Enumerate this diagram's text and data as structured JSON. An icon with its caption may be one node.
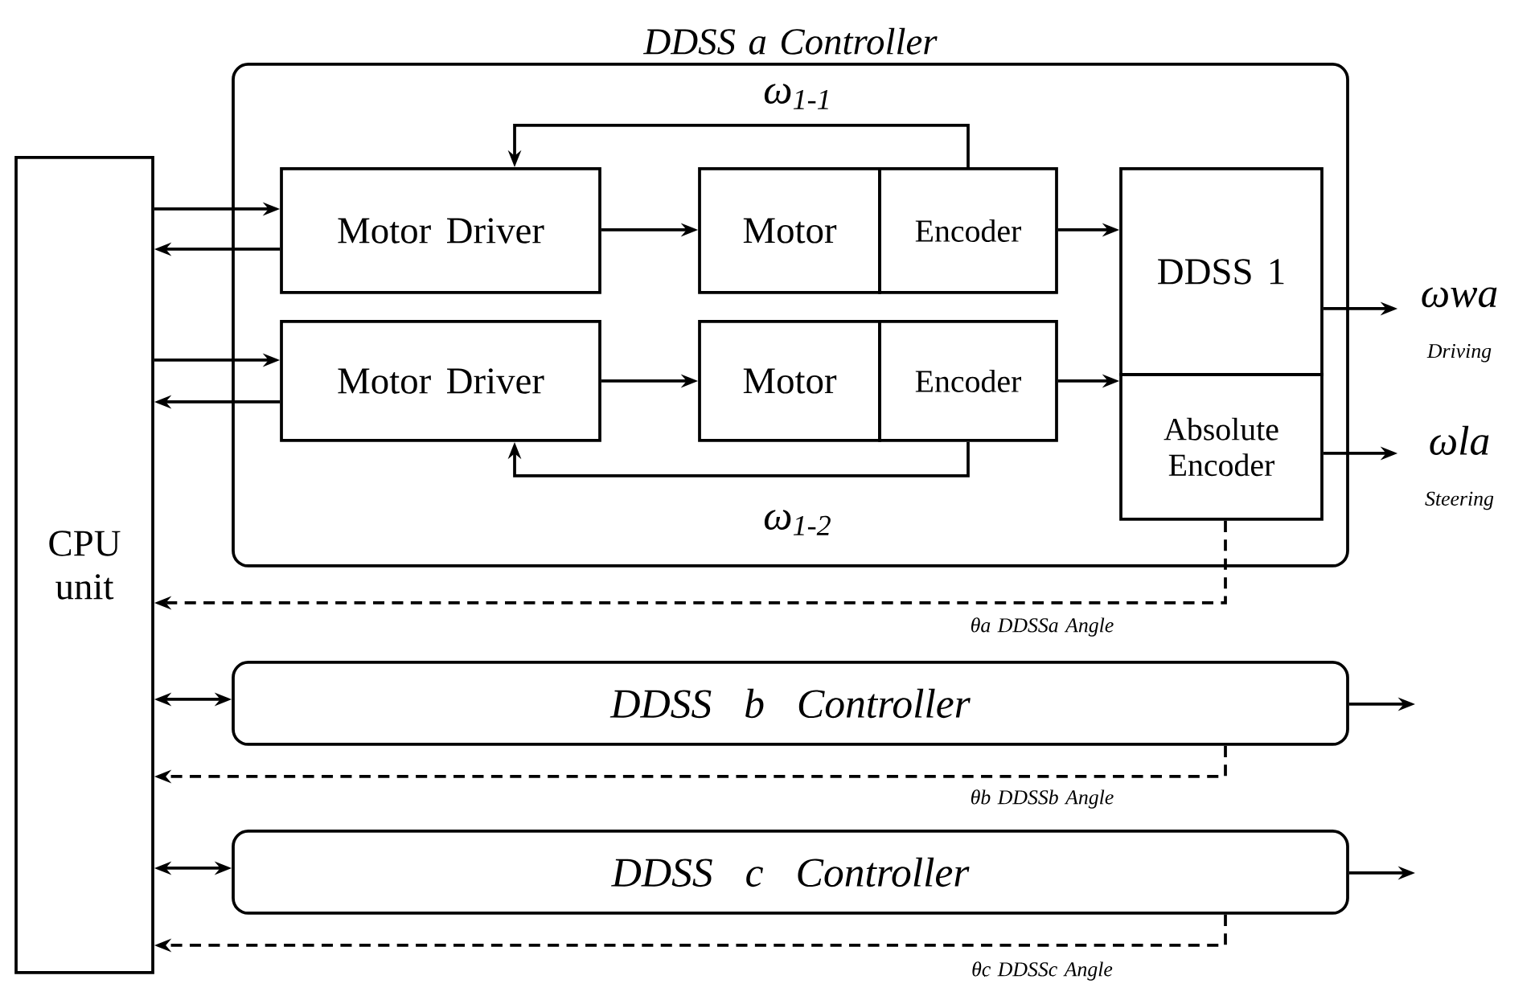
{
  "diagram": {
    "nodes": [
      {
        "text": [
          "CPU unit"
        ]
      },
      {
        "text": [
          "DDSS a Controller"
        ]
      },
      {
        "text": [
          "Motor Driver"
        ],
        "in": 1
      },
      {
        "text": [
          "Motor"
        ],
        "in": 1
      },
      {
        "text": [
          "Encoder"
        ],
        "in": 1
      },
      {
        "text": [
          "Motor Driver"
        ],
        "in": 1
      },
      {
        "text": [
          "Motor"
        ],
        "in": 1
      },
      {
        "text": [
          "Encoder"
        ],
        "in": 1
      },
      {
        "text": [
          "DDSS 1"
        ],
        "in": 1
      },
      {
        "text": [
          "Absolute Encoder"
        ],
        "in": 1
      },
      {
        "text": [
          "DDSS b Controller"
        ]
      },
      {
        "text": [
          "DDSS c Controller"
        ]
      },
      {
        "text": [
          "ωwa",
          "Driving"
        ]
      },
      {
        "text": [
          "ωla",
          "Steering"
        ]
      }
    ],
    "edges": [
      {
        "from": 0,
        "to": 2,
        "arrow": "to"
      },
      {
        "from": 2,
        "to": 0,
        "arrow": "to"
      },
      {
        "from": 0,
        "to": 5,
        "arrow": "to"
      },
      {
        "from": 5,
        "to": 0,
        "arrow": "to"
      },
      {
        "from": 2,
        "to": 3,
        "arrow": "to"
      },
      {
        "from": 5,
        "to": 6,
        "arrow": "to"
      },
      {
        "from": 4,
        "to": 2,
        "arrow": "to",
        "label": "ω$_{1-1}$"
      },
      {
        "from": 7,
        "to": 5,
        "arrow": "to",
        "label": "ω$_{1-2}$"
      },
      {
        "from": 4,
        "to": 8,
        "arrow": "to"
      },
      {
        "from": 7,
        "to": 9,
        "arrow": "to"
      },
      {
        "from": 8,
        "to": 12,
        "arrow": "to"
      },
      {
        "from": 9,
        "to": 13,
        "arrow": "to"
      },
      {
        "from": 9,
        "to": 0,
        "arrow": "to",
        "style": "dashed",
        "label": "θa DDSSa Angle"
      },
      {
        "from": 0,
        "to": 10,
        "arrow": "both"
      },
      {
        "from": 10,
        "to": null,
        "arrow": "to"
      },
      {
        "from": 10,
        "to": 0,
        "arrow": "to",
        "style": "dashed",
        "label": "θb DDSSb Angle"
      },
      {
        "from": 0,
        "to": 11,
        "arrow": "both"
      },
      {
        "from": 11,
        "to": null,
        "arrow": "to"
      },
      {
        "from": 11,
        "to": 0,
        "arrow": "to",
        "style": "dashed",
        "label": "θc DDSSc Angle"
      }
    ]
  }
}
